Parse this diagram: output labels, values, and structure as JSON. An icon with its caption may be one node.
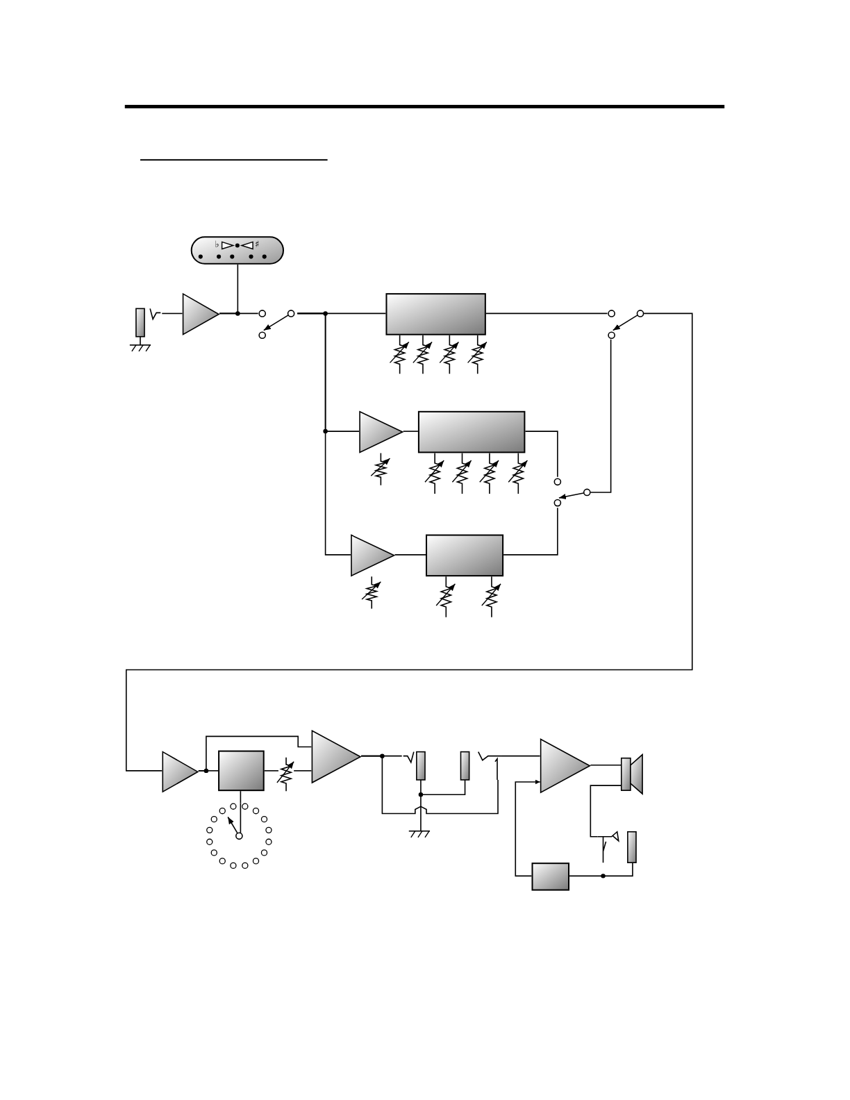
{
  "diagram": {
    "nodes": [
      {
        "text": [
          "♭",
          "♯"
        ]
      },
      {
        "text": [],
        "shape": "bar"
      },
      {
        "text": [],
        "shape": "triangle"
      },
      {
        "text": [],
        "shape": "switch"
      },
      {
        "text": [],
        "shape": "box"
      },
      {
        "text": [],
        "shape": "triangle"
      },
      {
        "text": [],
        "shape": "box"
      },
      {
        "text": [],
        "shape": "triangle"
      },
      {
        "text": [],
        "shape": "box"
      },
      {
        "text": [],
        "shape": "switch"
      },
      {
        "text": [],
        "shape": "switch"
      },
      {
        "text": [],
        "shape": "triangle"
      },
      {
        "text": [],
        "shape": "box"
      },
      {
        "text": [],
        "shape": "resistor"
      },
      {
        "text": [],
        "shape": "dial"
      },
      {
        "text": [],
        "shape": "triangle"
      },
      {
        "text": [],
        "shape": "bar"
      },
      {
        "text": [],
        "shape": "bar"
      },
      {
        "text": [],
        "shape": "triangle"
      },
      {
        "text": [],
        "shape": "speaker"
      },
      {
        "text": [],
        "shape": "bar"
      },
      {
        "text": [],
        "shape": "box"
      }
    ],
    "edges": [
      {
        "from": 1,
        "to": 2,
        "arrow": "none"
      },
      {
        "from": 2,
        "to": 0,
        "arrow": "none"
      },
      {
        "from": 2,
        "to": 3,
        "arrow": "none"
      },
      {
        "from": 3,
        "to": 4,
        "arrow": "none"
      },
      {
        "from": 3,
        "to": 5,
        "arrow": "none"
      },
      {
        "from": 3,
        "to": 7,
        "arrow": "none"
      },
      {
        "from": 4,
        "to": 9,
        "arrow": "none"
      },
      {
        "from": 5,
        "to": 6,
        "arrow": "none"
      },
      {
        "from": 6,
        "to": 10,
        "arrow": "none"
      },
      {
        "from": 7,
        "to": 8,
        "arrow": "none"
      },
      {
        "from": 8,
        "to": 10,
        "arrow": "none"
      },
      {
        "from": 10,
        "to": 9,
        "arrow": "none"
      },
      {
        "from": 9,
        "to": 11,
        "arrow": "none"
      },
      {
        "from": 11,
        "to": 12,
        "arrow": "none"
      },
      {
        "from": 11,
        "to": 15,
        "arrow": "none"
      },
      {
        "from": 12,
        "to": 13,
        "arrow": "none"
      },
      {
        "from": 13,
        "to": 15,
        "arrow": "none"
      },
      {
        "from": 12,
        "to": 14,
        "arrow": "none"
      },
      {
        "from": 15,
        "to": 16,
        "arrow": "none"
      },
      {
        "from": 16,
        "to": 17,
        "arrow": "none"
      },
      {
        "from": 15,
        "to": 17,
        "arrow": "none"
      },
      {
        "from": 17,
        "to": 18,
        "arrow": "none"
      },
      {
        "from": 18,
        "to": 19,
        "arrow": "none"
      },
      {
        "from": 19,
        "to": 20,
        "arrow": "none"
      },
      {
        "from": 20,
        "to": 21,
        "arrow": "none"
      },
      {
        "from": 21,
        "to": 18,
        "arrow": "to"
      }
    ]
  }
}
